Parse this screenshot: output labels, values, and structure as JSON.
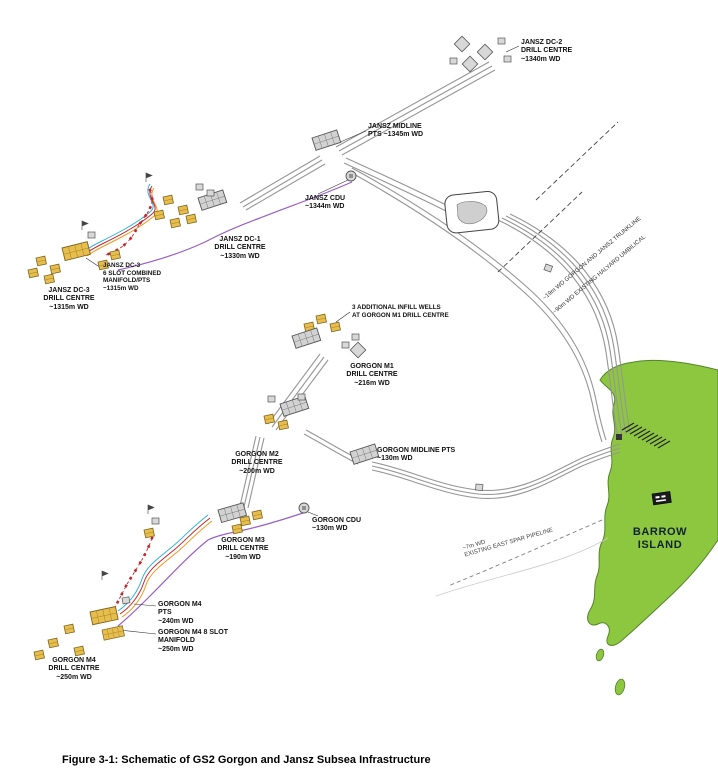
{
  "figure": {
    "caption": "Figure 3-1: Schematic of GS2 Gorgon and Jansz Subsea Infrastructure"
  },
  "labels": {
    "jansz_dc2": "JANSZ DC-2\nDRILL CENTRE\n~1340m WD",
    "jansz_midline": "JANSZ MIDLINE\nPTS ~1345m WD",
    "jansz_cdu": "JANSZ CDU\n~1344m WD",
    "jansz_dc1": "JANSZ DC-1\nDRILL CENTRE\n~1330m WD",
    "jansz_dc3_manifold": "JANSZ DC-3\n6 SLOT COMBINED\nMANIFOLD/PTS\n~1315m WD",
    "jansz_dc3": "JANSZ DC-3\nDRILL CENTRE\n~1315m WD",
    "gorgon_infill": "3 ADDITIONAL INFILL WELLS\nAT GORGON M1 DRILL CENTRE",
    "gorgon_m1": "GORGON M1\nDRILL CENTRE\n~216m WD",
    "gorgon_midline": "GORGON MIDLINE PTS\n~130m WD",
    "gorgon_m2": "GORGON M2\nDRILL CENTRE\n~200m WD",
    "gorgon_cdu": "GORGON CDU\n~130m WD",
    "gorgon_m3": "GORGON M3\nDRILL CENTRE\n~190m WD",
    "gorgon_m4_pts": "GORGON M4\nPTS\n~240m WD",
    "gorgon_m4_manifold": "GORGON M4 8 SLOT\nMANIFOLD\n~250m WD",
    "gorgon_m4": "GORGON M4\nDRILL CENTRE\n~250m WD",
    "barrow_island": "BARROW\nISLAND",
    "trunkline_1": "~19m WD GORGON AND JANSZ TRUNKLINE",
    "trunkline_2": "~90m WD EXISTING HALYARD UMBILICAL",
    "east_spar": "~7m WD\nEXISTING EAST SPAR PIPELINE"
  },
  "colors": {
    "island_green": "#8dc63f",
    "pipeline_gray": "#969696",
    "flowline_red": "#c1272d",
    "flowline_orange": "#f7941d",
    "flowline_cyan": "#2bb3e0",
    "flowline_purple": "#9a5fc6"
  }
}
